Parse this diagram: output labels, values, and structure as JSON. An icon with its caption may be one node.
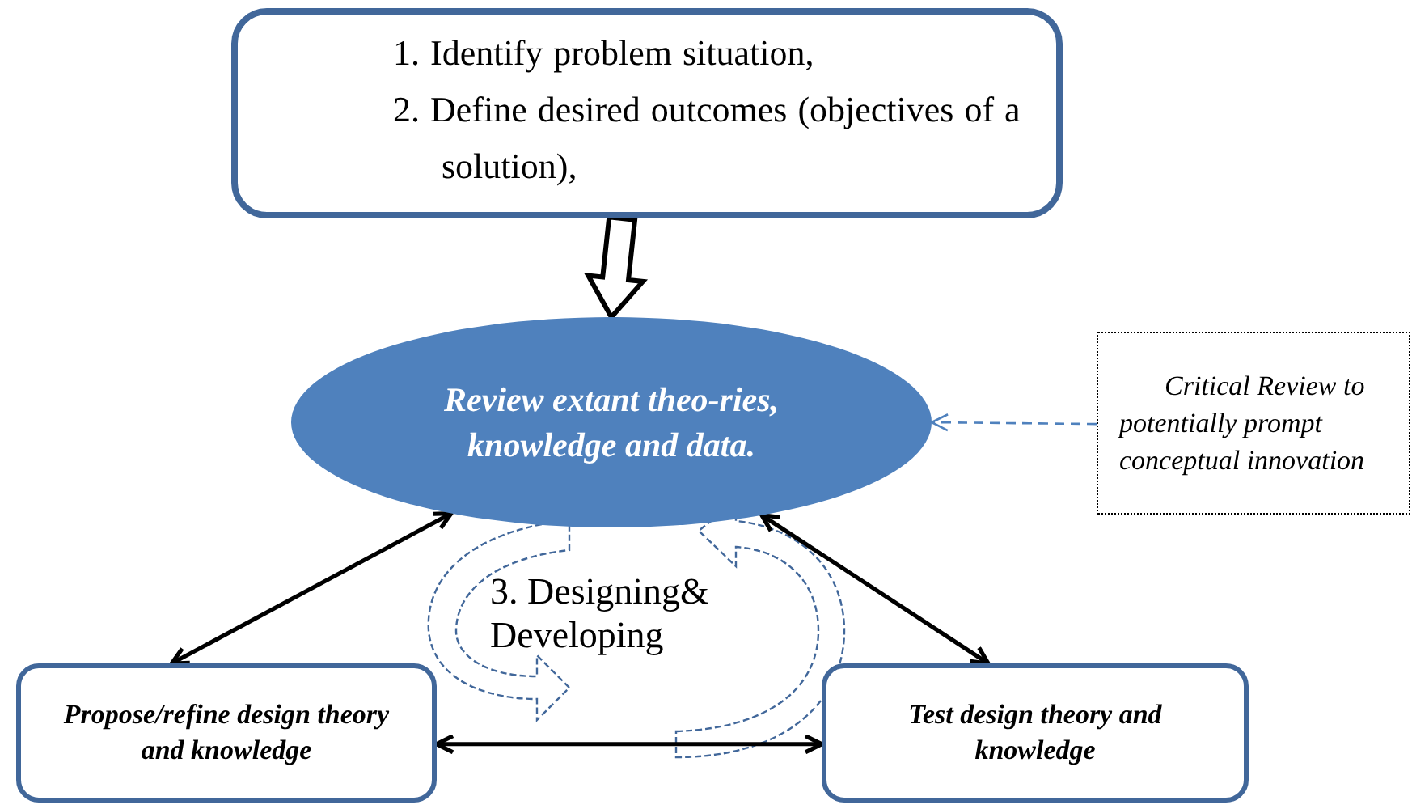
{
  "diagram": {
    "nodes": [
      {
        "text": [
          "1. Identify problem situation,",
          "2. Define desired outcomes (objectives of a solution),"
        ]
      },
      {
        "text": [
          "Review extant theo-ries, knowledge and data."
        ]
      },
      {
        "text": [
          "Critical Review to potentially prompt conceptual innovation"
        ]
      },
      {
        "text": [
          "Propose/refine design theory and knowledge"
        ]
      },
      {
        "text": [
          "Test design theory and knowledge"
        ]
      }
    ],
    "edges": [
      {
        "from": 0,
        "to": 1,
        "arrow": "to",
        "style": "thick"
      },
      {
        "from": 2,
        "to": 1,
        "arrow": "to",
        "style": "dashed",
        "color": "#4f81bd"
      },
      {
        "from": 3,
        "to": 1,
        "arrow": "both"
      },
      {
        "from": 1,
        "to": 4,
        "arrow": "both"
      },
      {
        "from": 3,
        "to": 4,
        "arrow": "both"
      }
    ],
    "labels": [
      "3. Designing& Developing"
    ]
  }
}
